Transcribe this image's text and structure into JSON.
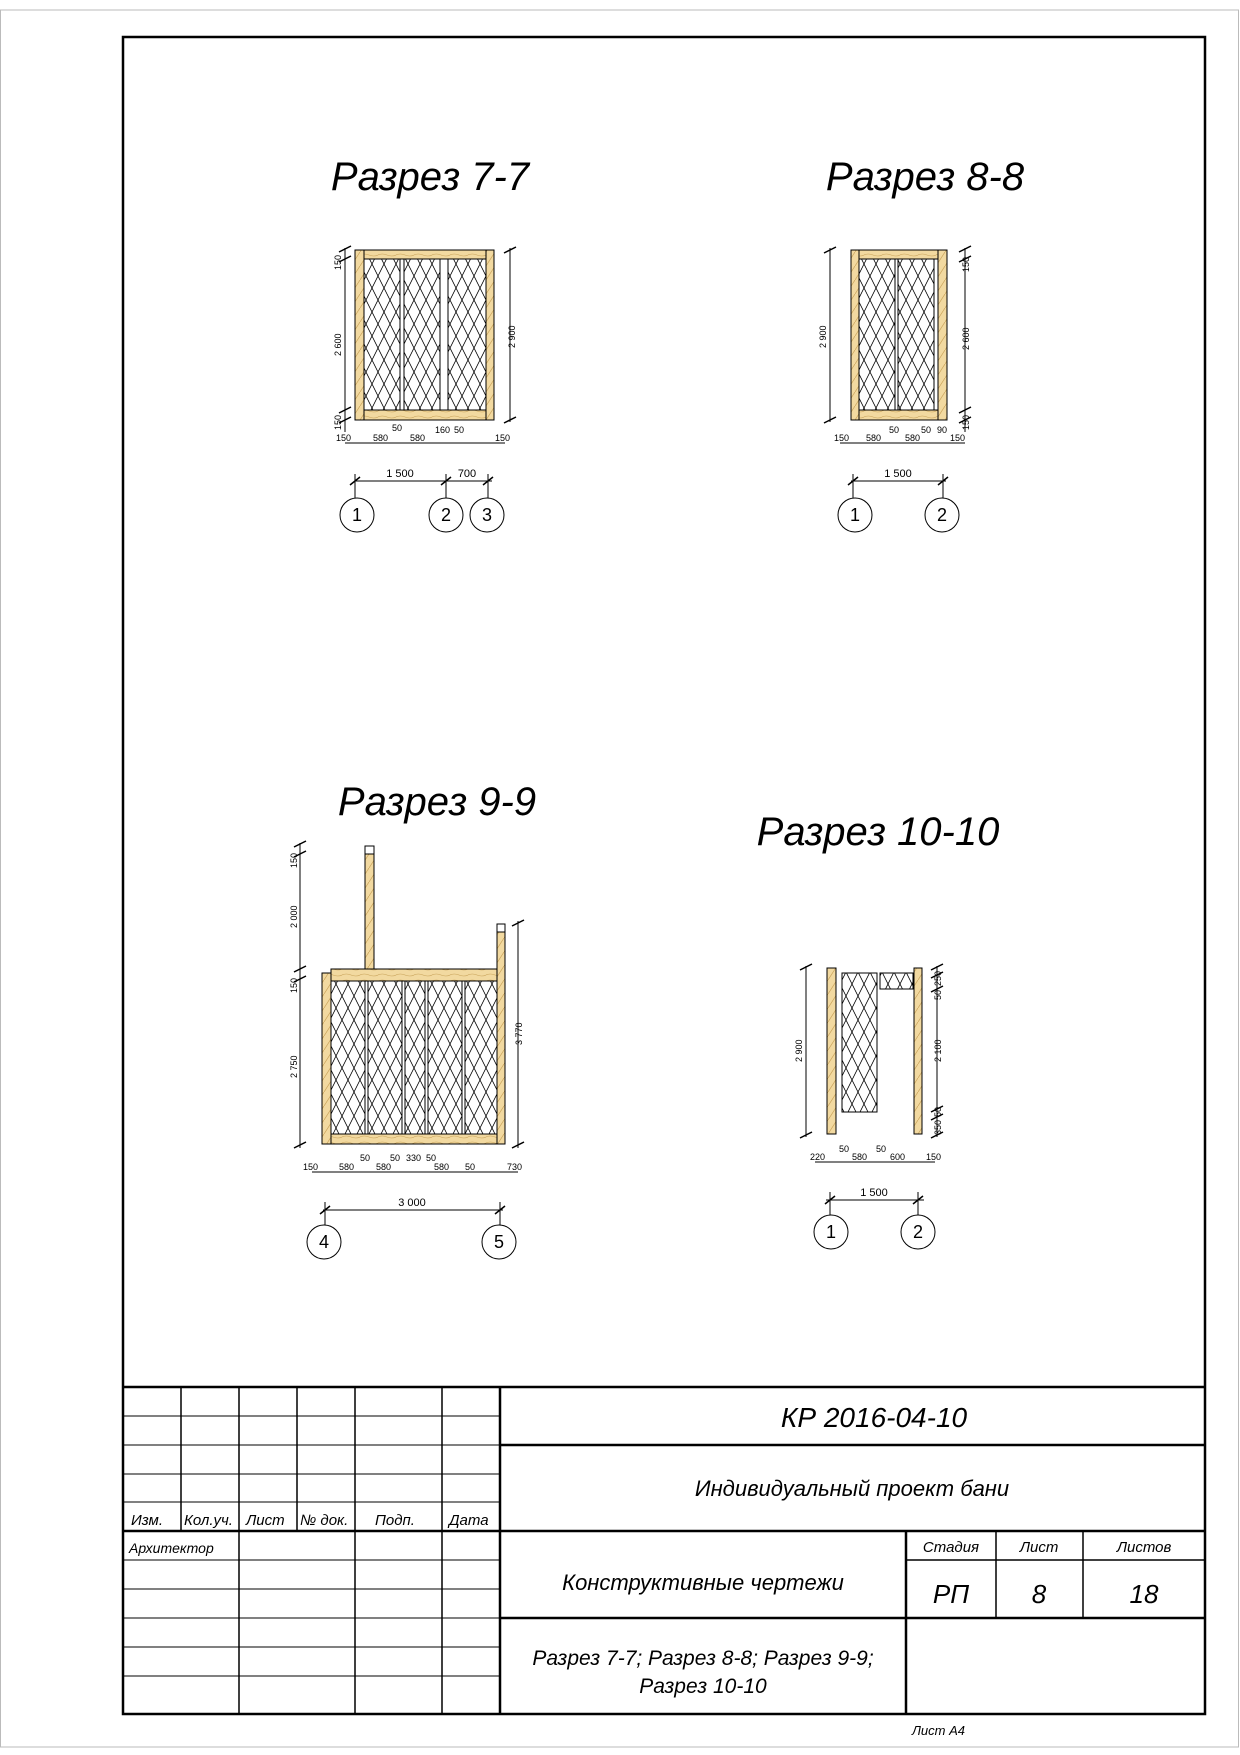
{
  "sections": {
    "s77": {
      "title": "Разрез 7-7",
      "v_dims": [
        "150",
        "2 600",
        "150"
      ],
      "v_total": "2 900",
      "h_dims": [
        "150",
        "580",
        "50",
        "580",
        "160",
        "50",
        "150"
      ],
      "grid_dims": [
        "1 500",
        "700"
      ],
      "axes": [
        "1",
        "2",
        "3"
      ]
    },
    "s88": {
      "title": "Разрез 8-8",
      "v_total": "2 900",
      "v_dims": [
        "150",
        "2 600",
        "150"
      ],
      "h_dims": [
        "150",
        "580",
        "50",
        "580",
        "50",
        "90",
        "150"
      ],
      "grid_dims": [
        "1 500"
      ],
      "axes": [
        "1",
        "2"
      ]
    },
    "s99": {
      "title": "Разрез 9-9",
      "v_dims": [
        "150",
        "2 000",
        "150",
        "2 750"
      ],
      "v_total": "3 770",
      "h_dims": [
        "150",
        "580",
        "50",
        "580",
        "50",
        "330",
        "50",
        "580",
        "50",
        "730"
      ],
      "grid_dims": [
        "3 000"
      ],
      "axes": [
        "4",
        "5"
      ]
    },
    "s1010": {
      "title": "Разрез 10-10",
      "v_total": "2 900",
      "v_dims": [
        "50",
        "250",
        "2 100",
        "50",
        "350"
      ],
      "h_dims": [
        "220",
        "50",
        "580",
        "50",
        "600",
        "150"
      ],
      "grid_dims": [
        "1 500"
      ],
      "axes": [
        "1",
        "2"
      ]
    }
  },
  "stamp": {
    "doc_code": "КР 2016-04-10",
    "project": "Индивидуальный проект бани",
    "col_headers": [
      "Изм.",
      "Кол.уч.",
      "Лист",
      "№ док.",
      "Подп.",
      "Дата"
    ],
    "role": "Архитектор",
    "section_name": "Конструктивные чертежи",
    "stage_label": "Стадия",
    "sheet_label": "Лист",
    "sheets_label": "Листов",
    "stage": "РП",
    "sheet": "8",
    "sheets": "18",
    "sheet_title_line1": "Разрез 7-7; Разрез 8-8; Разрез 9-9;",
    "sheet_title_line2": "Разрез 10-10",
    "format": "Лист А4"
  }
}
